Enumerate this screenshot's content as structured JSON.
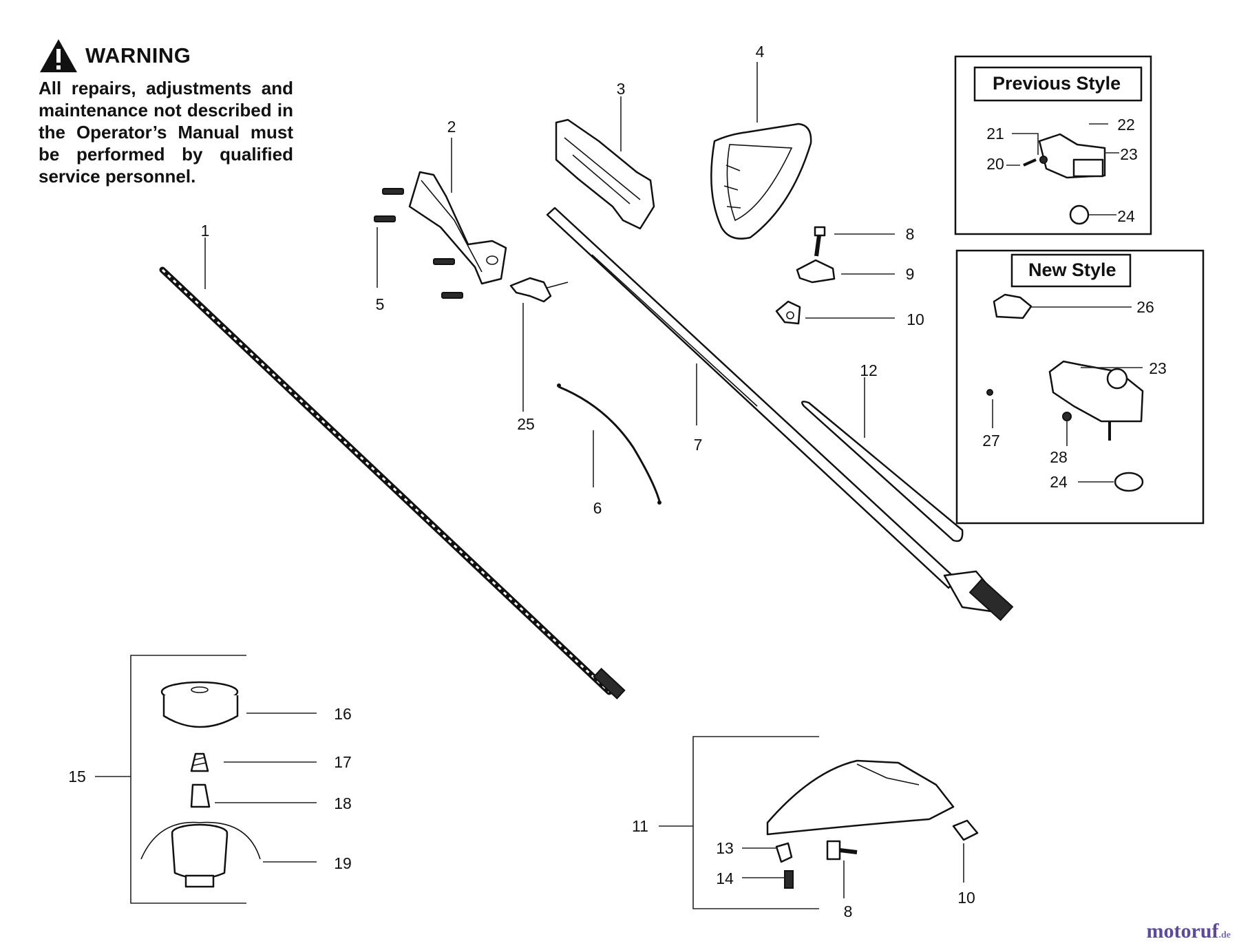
{
  "warning": {
    "title": "WARNING",
    "text": "All repairs, adjustments and maintenance not described in the Operator’s Manual must be performed by qualified service personnel."
  },
  "insets": {
    "previous_style": "Previous Style",
    "new_style": "New Style"
  },
  "callouts": {
    "c1": "1",
    "c2": "2",
    "c3": "3",
    "c4": "4",
    "c5": "5",
    "c6": "6",
    "c7": "7",
    "c8a": "8",
    "c8b": "8",
    "c9": "9",
    "c10a": "10",
    "c10b": "10",
    "c11": "11",
    "c12": "12",
    "c13": "13",
    "c14": "14",
    "c15": "15",
    "c16": "16",
    "c17": "17",
    "c18": "18",
    "c19": "19",
    "c20": "20",
    "c21": "21",
    "c22": "22",
    "c23a": "23",
    "c23b": "23",
    "c24a": "24",
    "c24b": "24",
    "c25": "25",
    "c26": "26",
    "c27": "27",
    "c28": "28"
  },
  "watermark": {
    "name": "motoruf",
    "tld": ".de",
    "color": "#5b4aa0"
  }
}
